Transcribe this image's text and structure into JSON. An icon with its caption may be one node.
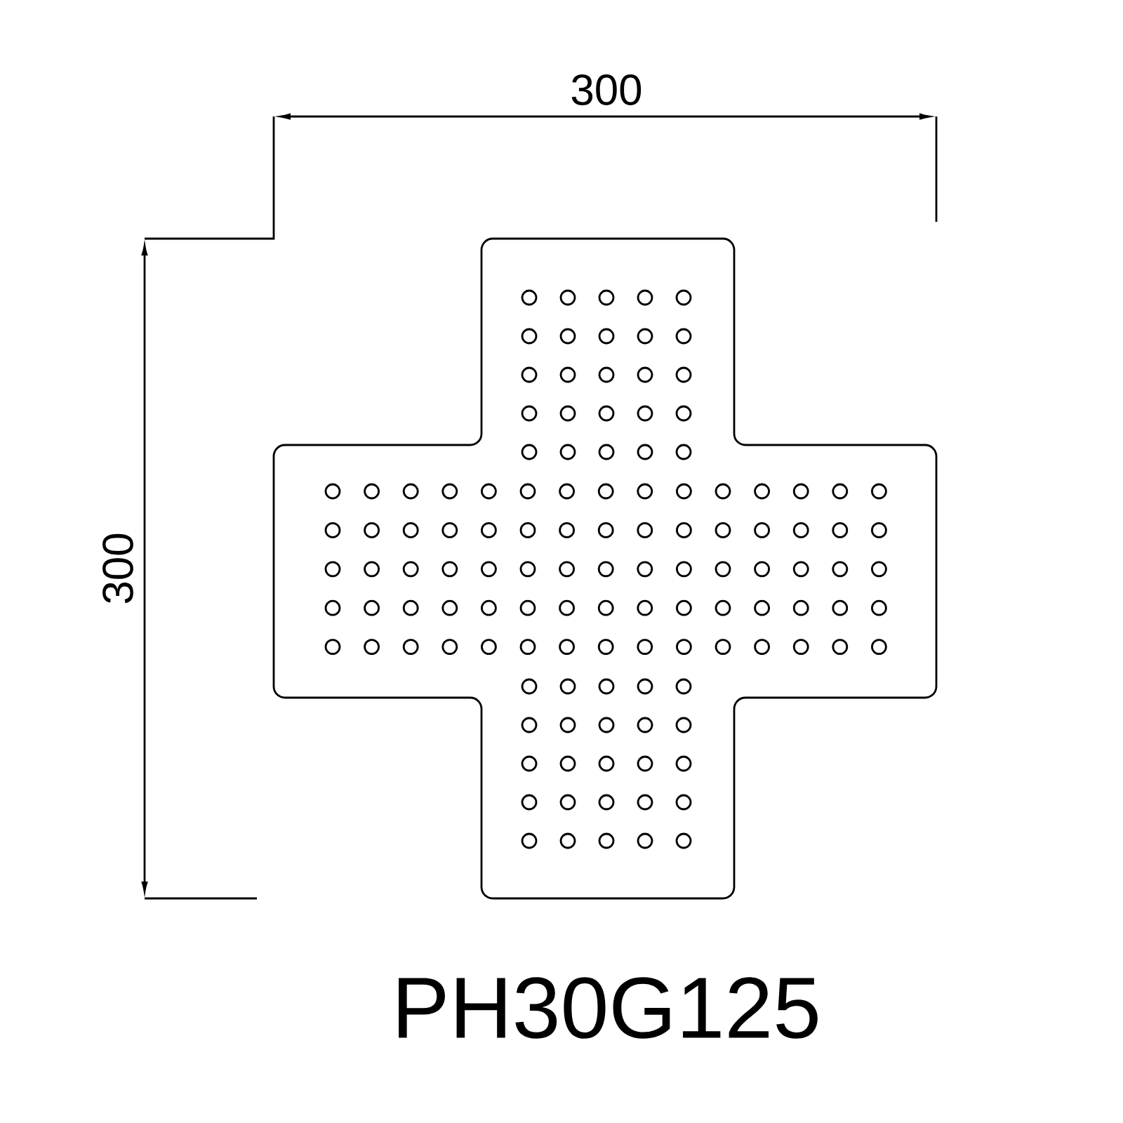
{
  "diagram": {
    "labels": [
      "300",
      "300",
      "PH30G125"
    ]
  }
}
